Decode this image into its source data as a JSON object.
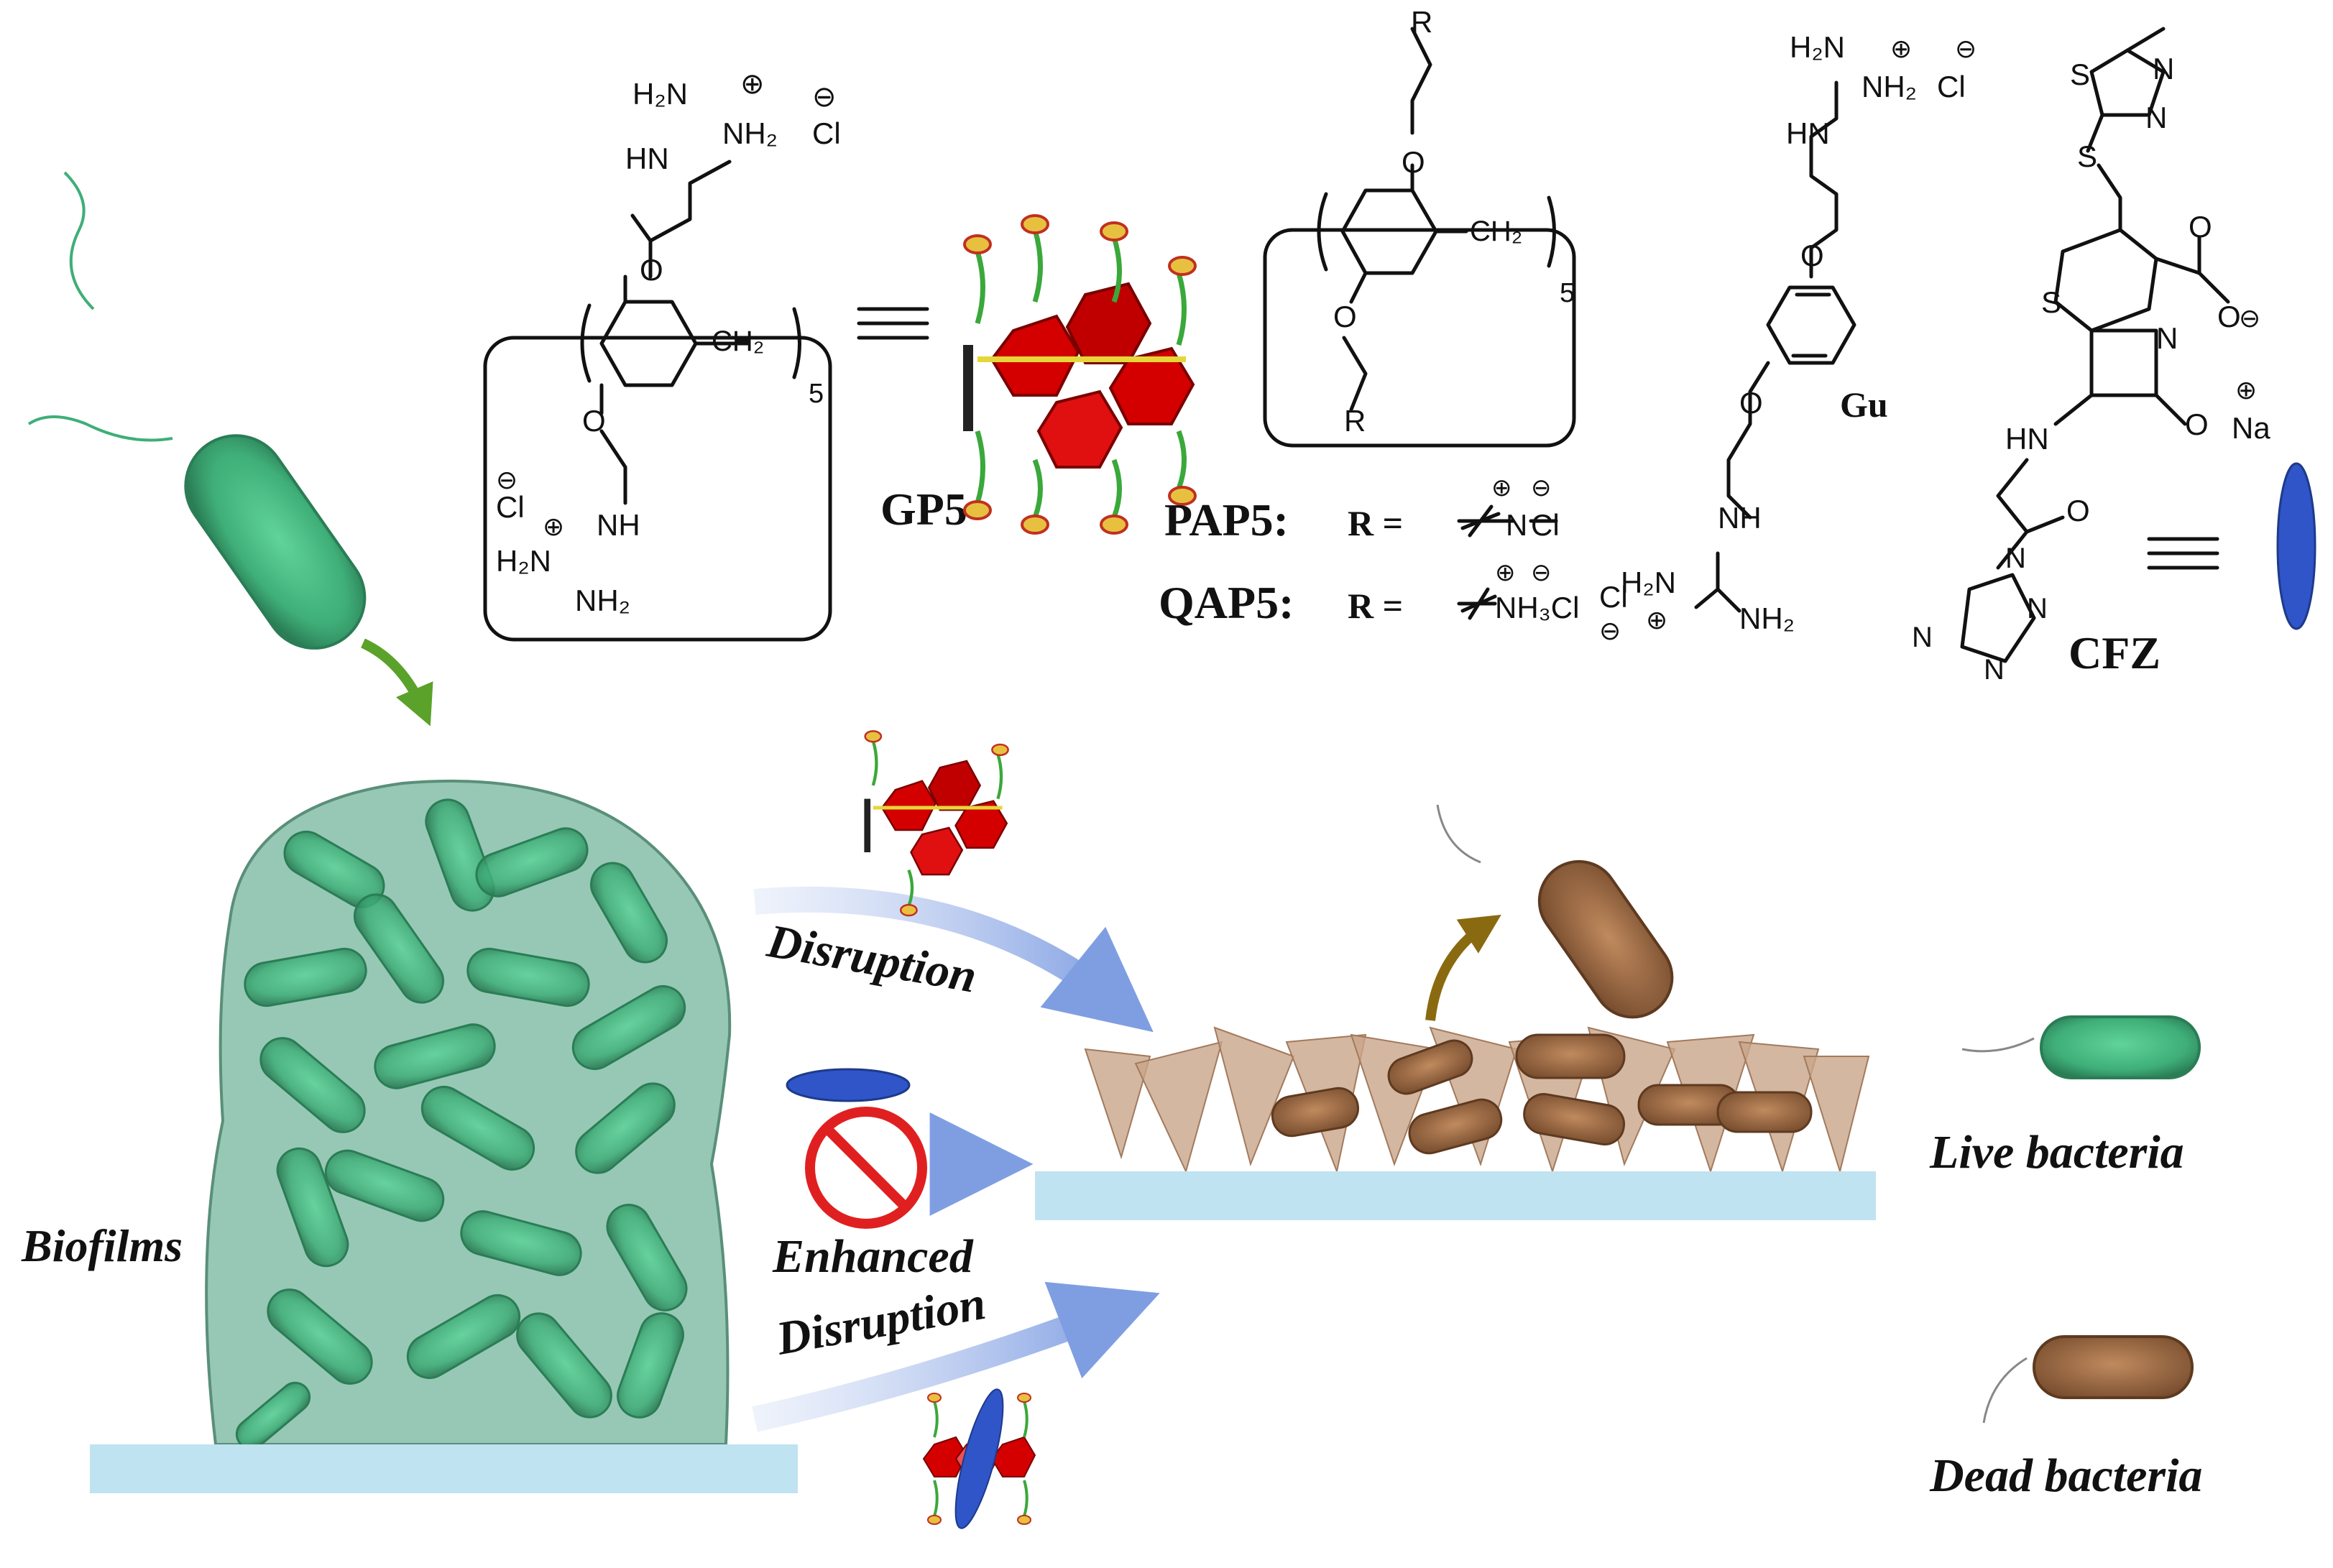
{
  "colors": {
    "live_bacteria": "#3fae78",
    "dead_bacteria": "#9a6b48",
    "biofilm": "#7ab8a0",
    "surface": "#bfe3f0",
    "arrow": "#8fa8e0",
    "cfz_ellipse": "#2f55c8",
    "gp5_red": "#d40000",
    "prohibit_red": "#e02020"
  },
  "compounds": {
    "gp5": "GP5",
    "pap5": "PAP5:",
    "qap5": "QAP5:",
    "r_equals": "R =",
    "gu": "Gu",
    "cfz": "CFZ",
    "subscript_5": "5"
  },
  "atoms": {
    "h2n": "H₂N",
    "nh2_plus": "NH₂",
    "nh2": "NH₂",
    "hn": "HN",
    "nh": "NH",
    "cl": "Cl",
    "o": "O",
    "s": "S",
    "n": "N",
    "na": "Na",
    "ch2": "CH₂",
    "nh3cl": "NH₃Cl",
    "r": "R",
    "minus": "⊖",
    "plus": "⊕"
  },
  "process": {
    "disruption": "Disruption",
    "enhanced": "Enhanced",
    "enhanced_disruption": "Disruption"
  },
  "labels": {
    "biofilms": "Biofilms",
    "live_bacteria": "Live bacteria",
    "dead_bacteria": "Dead bacteria"
  }
}
